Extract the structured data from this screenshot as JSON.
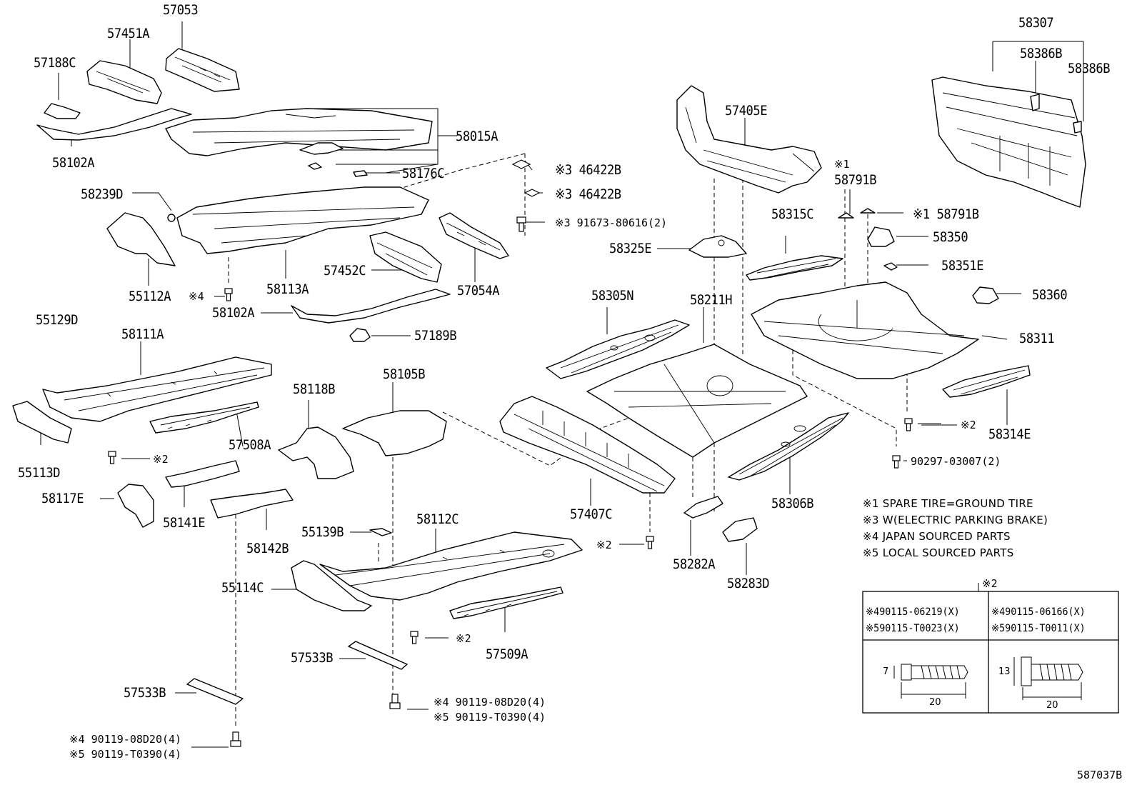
{
  "diagram_id": "587037B",
  "labels": [
    {
      "id": "57053",
      "text": "57053"
    },
    {
      "id": "57451A",
      "text": "57451A"
    },
    {
      "id": "57188C",
      "text": "57188C"
    },
    {
      "id": "58102A_top",
      "text": "58102A"
    },
    {
      "id": "58015A",
      "text": "58015A"
    },
    {
      "id": "58176C",
      "text": "58176C"
    },
    {
      "id": "46422B_a",
      "text": "※3 46422B"
    },
    {
      "id": "46422B_b",
      "text": "※3 46422B"
    },
    {
      "id": "91673",
      "text": "※3 91673-80616(2)"
    },
    {
      "id": "58239D",
      "text": "58239D"
    },
    {
      "id": "55112A",
      "text": "55112A"
    },
    {
      "id": "note4_bolt",
      "text": "※4"
    },
    {
      "id": "58113A",
      "text": "58113A"
    },
    {
      "id": "57452C",
      "text": "57452C"
    },
    {
      "id": "57054A",
      "text": "57054A"
    },
    {
      "id": "58102A_mid",
      "text": "58102A"
    },
    {
      "id": "57189B",
      "text": "57189B"
    },
    {
      "id": "55129D",
      "text": "55129D"
    },
    {
      "id": "58111A",
      "text": "58111A"
    },
    {
      "id": "55113D",
      "text": "55113D"
    },
    {
      "id": "x2_a",
      "text": "※2"
    },
    {
      "id": "58118B",
      "text": "58118B"
    },
    {
      "id": "57508A",
      "text": "57508A"
    },
    {
      "id": "58105B",
      "text": "58105B"
    },
    {
      "id": "58117E",
      "text": "58117E"
    },
    {
      "id": "58141E",
      "text": "58141E"
    },
    {
      "id": "58142B",
      "text": "58142B"
    },
    {
      "id": "55139B",
      "text": "55139B"
    },
    {
      "id": "58112C",
      "text": "58112C"
    },
    {
      "id": "55114C",
      "text": "55114C"
    },
    {
      "id": "x2_b",
      "text": "※2"
    },
    {
      "id": "57509A",
      "text": "57509A"
    },
    {
      "id": "57533B_a",
      "text": "57533B"
    },
    {
      "id": "57533B_b",
      "text": "57533B"
    },
    {
      "id": "bolt_center_a",
      "text": "※4 90119-08D20(4)"
    },
    {
      "id": "bolt_center_b",
      "text": "※5 90119-T0390(4)"
    },
    {
      "id": "bolt_left_a",
      "text": "※4 90119-08D20(4)"
    },
    {
      "id": "bolt_left_b",
      "text": "※5 90119-T0390(4)"
    },
    {
      "id": "57405E",
      "text": "57405E"
    },
    {
      "id": "58325E",
      "text": "58325E"
    },
    {
      "id": "58315C",
      "text": "58315C"
    },
    {
      "id": "58305N",
      "text": "58305N"
    },
    {
      "id": "58211H",
      "text": "58211H"
    },
    {
      "id": "57407C",
      "text": "57407C"
    },
    {
      "id": "x2_c",
      "text": "※2"
    },
    {
      "id": "58282A",
      "text": "58282A"
    },
    {
      "id": "58283D",
      "text": "58283D"
    },
    {
      "id": "58306B",
      "text": "58306B"
    },
    {
      "id": "58307",
      "text": "58307"
    },
    {
      "id": "58386B_a",
      "text": "58386B"
    },
    {
      "id": "58386B_b",
      "text": "58386B"
    },
    {
      "id": "x1_a",
      "text": "※1"
    },
    {
      "id": "58791B_a",
      "text": "58791B"
    },
    {
      "id": "58791B_b",
      "text": "※1 58791B"
    },
    {
      "id": "58350",
      "text": "58350"
    },
    {
      "id": "58351E",
      "text": "58351E"
    },
    {
      "id": "58360",
      "text": "58360"
    },
    {
      "id": "58311",
      "text": "58311"
    },
    {
      "id": "58314E",
      "text": "58314E"
    },
    {
      "id": "x2_d",
      "text": "※2"
    },
    {
      "id": "90297",
      "text": "90297-03007(2)"
    }
  ],
  "notes": [
    "※1 SPARE TIRE=GROUND TIRE",
    "※3 W(ELECTRIC PARKING BRAKE)",
    "※4 JAPAN SOURCED PARTS",
    "※5 LOCAL SOURCED PARTS"
  ],
  "bolt_table": {
    "title": "※2",
    "left": [
      "※490115-06219(X)",
      "※590115-T0023(X)"
    ],
    "right": [
      "※490115-06166(X)",
      "※590115-T0011(X)"
    ],
    "left_dims": {
      "height": "7",
      "length": "20"
    },
    "right_dims": {
      "height": "13",
      "length": "20"
    }
  }
}
